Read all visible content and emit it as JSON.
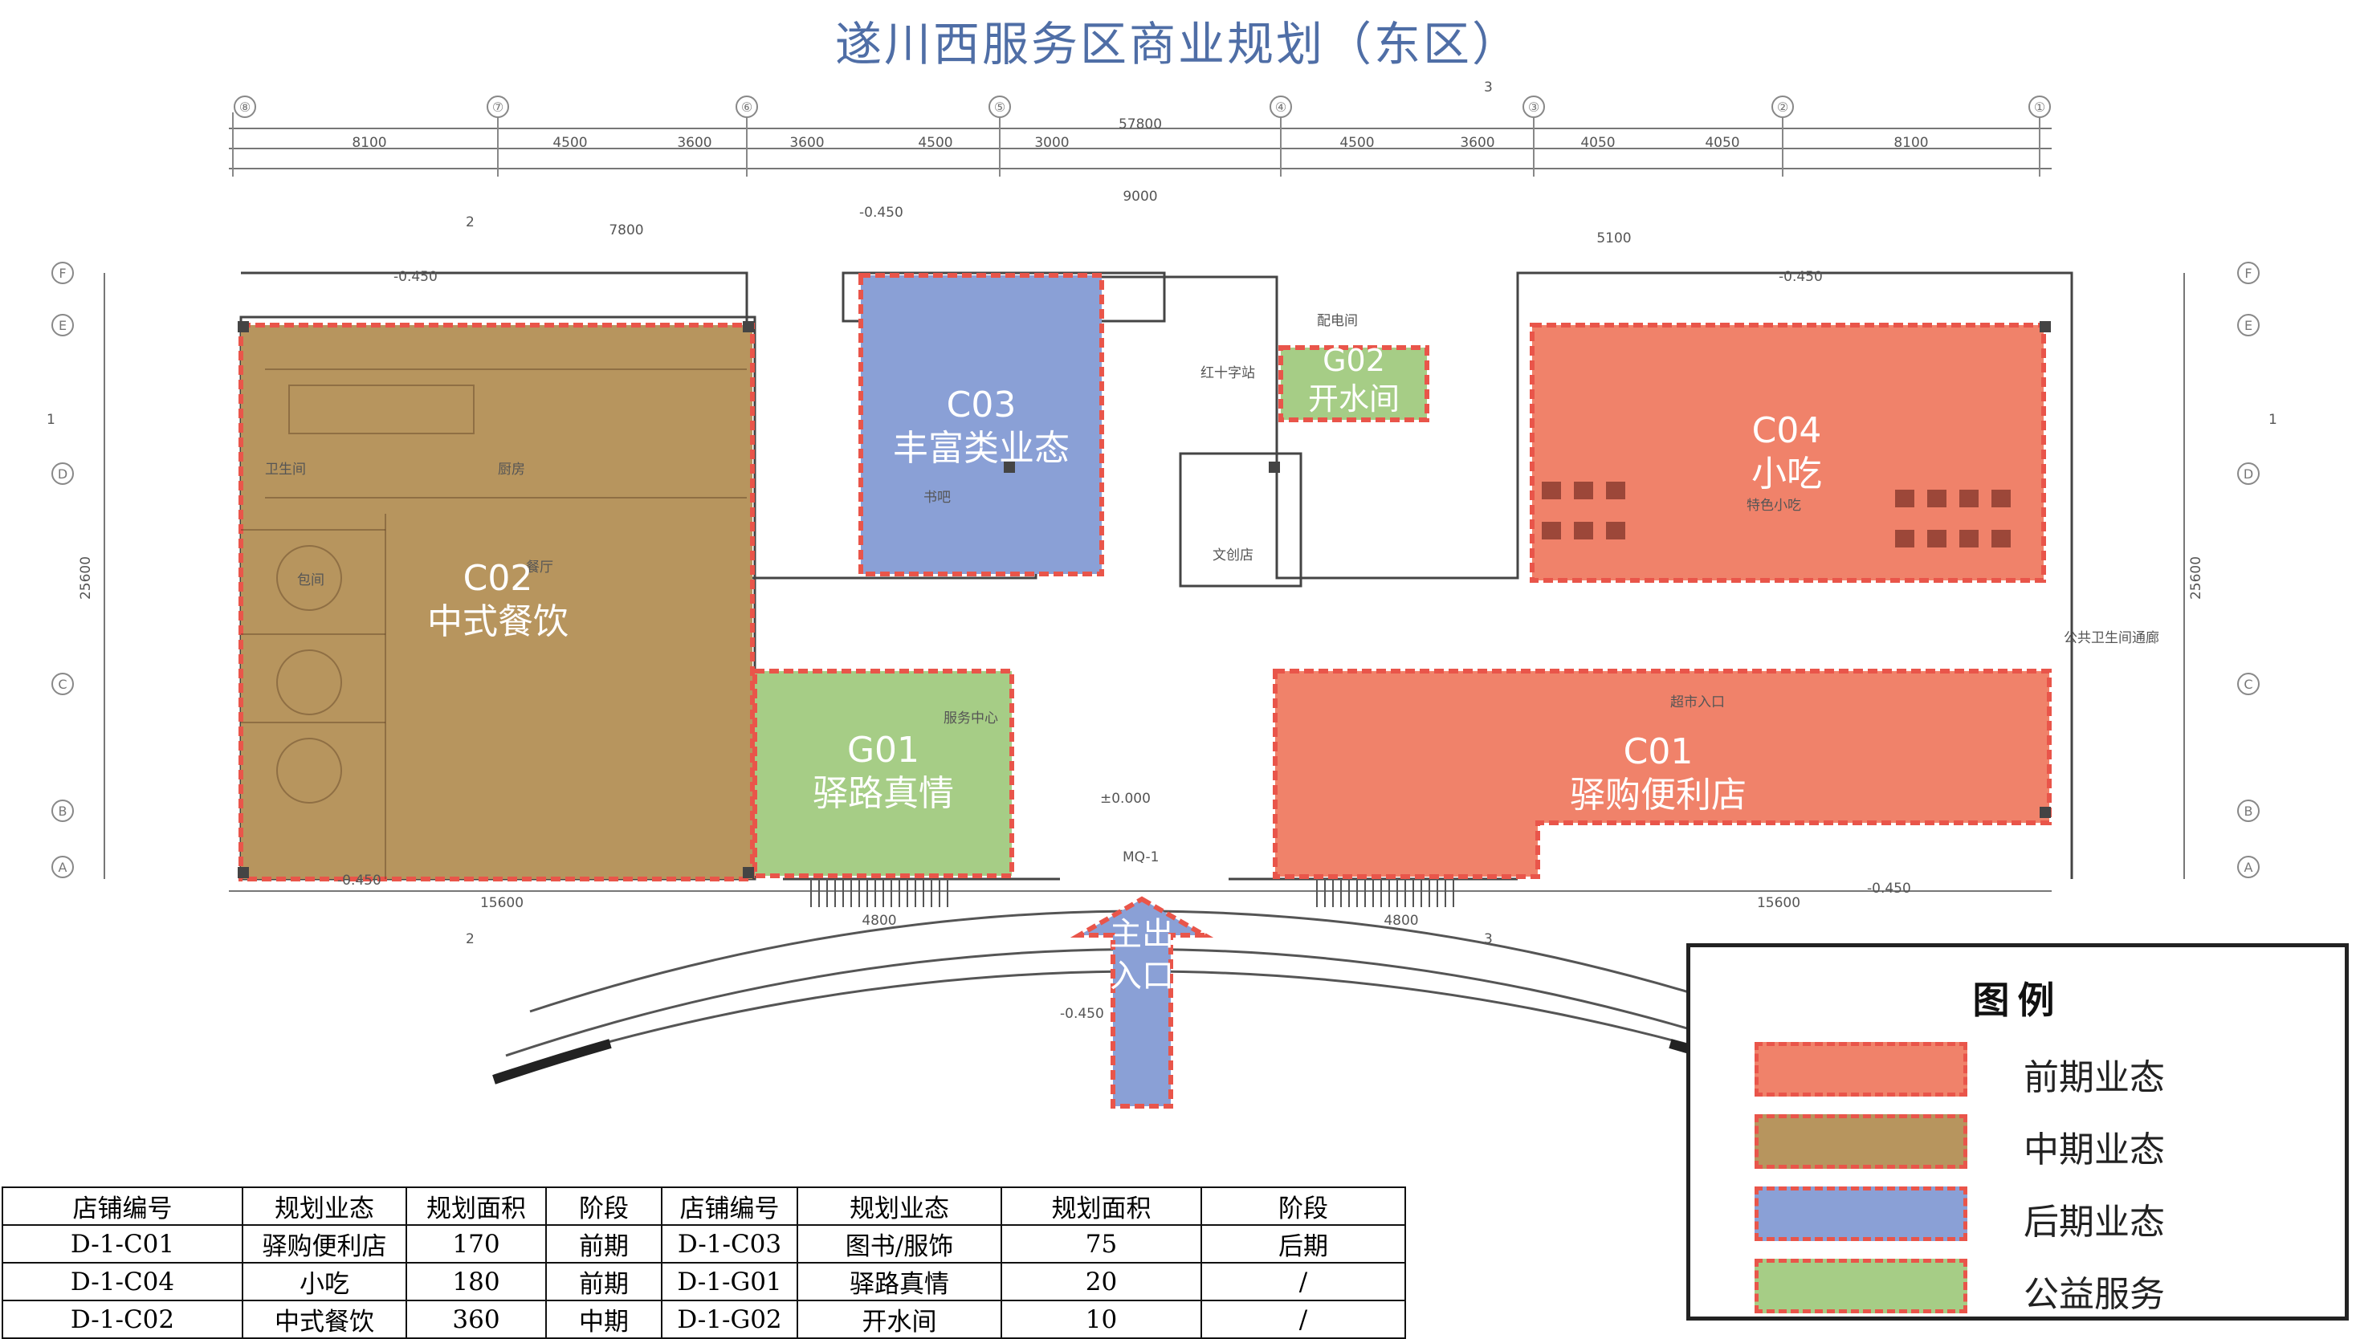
{
  "title": "遂川西服务区商业规划（东区）",
  "colors": {
    "early": "#f0826a",
    "middle": "#b7955e",
    "late": "#8aa0d6",
    "public": "#a6cd86",
    "border": "#e9554a",
    "title": "#4f6ea6",
    "arrow": "#8aa0d6"
  },
  "zones": {
    "c02": {
      "code": "C02",
      "name": "中式餐饮"
    },
    "c03": {
      "code": "C03",
      "name": "丰富类业态"
    },
    "g02": {
      "code": "G02",
      "name": "开水间"
    },
    "c04": {
      "code": "C04",
      "name": "小吃"
    },
    "g01": {
      "code": "G01",
      "name": "驿路真情"
    },
    "c01": {
      "code": "C01",
      "name": "驿购便利店"
    }
  },
  "entrance": {
    "label": "主出入口"
  },
  "plan_text": {
    "total_width": "57800",
    "depth": "25600",
    "axes_top": [
      "⑧",
      "⑦",
      "⑥",
      "⑤",
      "④",
      "③",
      "②",
      "①"
    ],
    "axes_side": [
      "F",
      "E",
      "D",
      "C",
      "B",
      "A"
    ],
    "dims_top": [
      "8100",
      "4500",
      "3600",
      "3600",
      "4500",
      "3000",
      "4500",
      "3600",
      "4050",
      "4050",
      "8100"
    ],
    "dims_bottom": [
      "15600",
      "4800",
      "4800",
      "15600"
    ],
    "elev_1": "-0.450",
    "elev_0": "±0.000",
    "room_1": "红十字站",
    "room_2": "文创店",
    "room_3": "配电间",
    "door_mq": "MQ-1",
    "dim_7800": "7800",
    "dim_5100": "5100",
    "dim_9000": "9000",
    "room_4": "餐厅",
    "room_5": "包间",
    "room_6": "卫生间",
    "room_7": "厨房",
    "room_8": "书吧",
    "room_9": "超市入口",
    "room_10": "服务中心",
    "room_11": "公共卫生间通廊",
    "room_12": "特色小吃",
    "mark_3": "3",
    "mark_2": "2",
    "mark_1": "1"
  },
  "legend": {
    "title": "图例",
    "items": [
      {
        "label": "前期业态"
      },
      {
        "label": "中期业态"
      },
      {
        "label": "后期业态"
      },
      {
        "label": "公益服务"
      }
    ]
  },
  "table": {
    "headers": [
      "店铺编号",
      "规划业态",
      "规划面积",
      "阶段",
      "店铺编号",
      "规划业态",
      "规划面积",
      "阶段"
    ],
    "rows": [
      [
        "D-1-C01",
        "驿购便利店",
        "170",
        "前期",
        "D-1-C03",
        "图书/服饰",
        "75",
        "后期"
      ],
      [
        "D-1-C04",
        "小吃",
        "180",
        "前期",
        "D-1-G01",
        "驿路真情",
        "20",
        "/"
      ],
      [
        "D-1-C02",
        "中式餐饮",
        "360",
        "中期",
        "D-1-G02",
        "开水间",
        "10",
        "/"
      ]
    ]
  }
}
